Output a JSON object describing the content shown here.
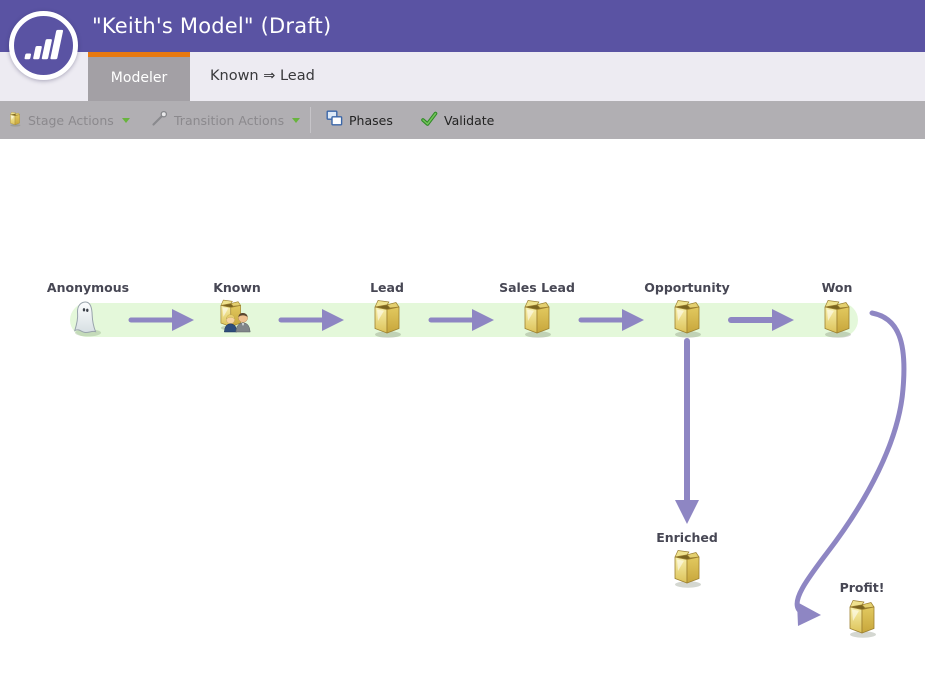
{
  "header": {
    "title": "\"Keith's Model\" (Draft)"
  },
  "tabs": {
    "modeler": "Modeler",
    "secondary": "Known ⇒ Lead"
  },
  "toolbar": {
    "stage_actions": {
      "label": "Stage Actions",
      "disabled": true,
      "dropdown": true
    },
    "transition_actions": {
      "label": "Transition Actions",
      "disabled": true,
      "dropdown": true
    },
    "phases": {
      "label": "Phases",
      "disabled": false
    },
    "validate": {
      "label": "Validate",
      "disabled": false
    }
  },
  "model": {
    "stages": [
      {
        "name": "Anonymous",
        "icon": "ghost-icon"
      },
      {
        "name": "Known",
        "icon": "box-people-icon"
      },
      {
        "name": "Lead",
        "icon": "box-icon"
      },
      {
        "name": "Sales Lead",
        "icon": "box-icon"
      },
      {
        "name": "Opportunity",
        "icon": "box-icon"
      },
      {
        "name": "Won",
        "icon": "box-icon"
      }
    ],
    "detached_stages": [
      {
        "name": "Enriched",
        "icon": "box-icon"
      },
      {
        "name": "Profit!",
        "icon": "box-icon"
      }
    ],
    "transitions": [
      {
        "from": "Anonymous",
        "to": "Known"
      },
      {
        "from": "Known",
        "to": "Lead"
      },
      {
        "from": "Lead",
        "to": "Sales Lead"
      },
      {
        "from": "Sales Lead",
        "to": "Opportunity"
      },
      {
        "from": "Opportunity",
        "to": "Won"
      },
      {
        "from": "Opportunity",
        "to": "Enriched"
      },
      {
        "from": "Won",
        "to": "Profit!"
      }
    ]
  },
  "colors": {
    "header_bg": "#5a53a3",
    "accent_orange": "#e8790f",
    "tab_gray": "#a3a0a5",
    "tabstrip_bg": "#edebf2",
    "toolbar_bg": "#b1afb3",
    "band_green": "#e4f8da",
    "arrow_purple": "#8e86c3",
    "label_text": "#474754"
  }
}
